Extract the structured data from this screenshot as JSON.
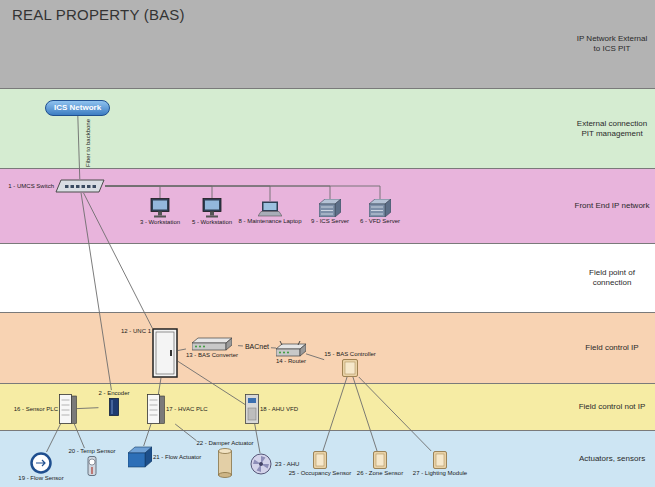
{
  "diagram": {
    "title": "REAL PROPERTY (BAS)",
    "nodes": [
      {
        "text": [
          "IP Network External to ICS PIT"
        ]
      },
      {
        "text": [
          "External connection PIT management"
        ]
      },
      {
        "text": [
          "ICS Network"
        ],
        "in": 1
      },
      {
        "text": [
          "Front End IP network"
        ]
      },
      {
        "text": [
          "1 - UMCS Switch"
        ],
        "in": 3
      },
      {
        "text": [
          "3 - Workstation"
        ],
        "in": 3
      },
      {
        "text": [
          "5 - Workstation"
        ],
        "in": 3
      },
      {
        "text": [
          "8 - Maintenance Laptop"
        ],
        "in": 3
      },
      {
        "text": [
          "9 - ICS Server"
        ],
        "in": 3
      },
      {
        "text": [
          "6 - VFD Server"
        ],
        "in": 3
      },
      {
        "text": [
          "Field point of connection"
        ]
      },
      {
        "text": [
          "Field control IP"
        ]
      },
      {
        "text": [
          "12 - UNC 1"
        ],
        "in": 11
      },
      {
        "text": [
          "13 - BAS Converter"
        ],
        "in": 11
      },
      {
        "text": [
          "14 - Router"
        ],
        "in": 11
      },
      {
        "text": [
          "15 - BAS Controller"
        ],
        "in": 11
      },
      {
        "text": [
          "Field control not IP"
        ]
      },
      {
        "text": [
          "16 - Sensor PLC"
        ],
        "in": 16
      },
      {
        "text": [
          "2 - Encoder"
        ],
        "in": 16
      },
      {
        "text": [
          "17 - HVAC PLC"
        ],
        "in": 16
      },
      {
        "text": [
          "18 - AHU VFD"
        ],
        "in": 16
      },
      {
        "text": [
          "Actuators, sensors"
        ]
      },
      {
        "text": [
          "19 - Flow Sensor"
        ],
        "in": 21
      },
      {
        "text": [
          "20 - Temp Sensor"
        ],
        "in": 21
      },
      {
        "text": [
          "21 - Flow Actuator"
        ],
        "in": 21
      },
      {
        "text": [
          "22 - Damper Actuator"
        ],
        "in": 21
      },
      {
        "text": [
          "23 - AHU"
        ],
        "in": 21
      },
      {
        "text": [
          "25 - Occupancy Sensor"
        ],
        "in": 21
      },
      {
        "text": [
          "26 - Zone Sensor"
        ],
        "in": 21
      },
      {
        "text": [
          "27 - Lighting Module"
        ],
        "in": 21
      }
    ],
    "edges": [
      {
        "from": 2,
        "to": 4,
        "arrow": "none"
      },
      {
        "from": 4,
        "to": 5,
        "arrow": "none"
      },
      {
        "from": 4,
        "to": 6,
        "arrow": "none"
      },
      {
        "from": 4,
        "to": 7,
        "arrow": "none"
      },
      {
        "from": 4,
        "to": 8,
        "arrow": "none"
      },
      {
        "from": 4,
        "to": 9,
        "arrow": "none"
      },
      {
        "from": 4,
        "to": 18,
        "arrow": "none"
      },
      {
        "from": 4,
        "to": 12,
        "arrow": "none"
      },
      {
        "from": 12,
        "to": 13,
        "arrow": "none"
      },
      {
        "from": 13,
        "to": 14,
        "label": "BACnet",
        "arrow": "none"
      },
      {
        "from": 14,
        "to": 15,
        "arrow": "none"
      },
      {
        "from": 12,
        "to": 19,
        "arrow": "none"
      },
      {
        "from": 12,
        "to": 20,
        "arrow": "none"
      },
      {
        "from": 18,
        "to": 17,
        "arrow": "none"
      },
      {
        "from": 17,
        "to": 22,
        "arrow": "none"
      },
      {
        "from": 17,
        "to": 23,
        "arrow": "none"
      },
      {
        "from": 19,
        "to": 24,
        "arrow": "none"
      },
      {
        "from": 19,
        "to": 25,
        "arrow": "none"
      },
      {
        "from": 20,
        "to": 26,
        "arrow": "none"
      },
      {
        "from": 15,
        "to": 27,
        "arrow": "none"
      },
      {
        "from": 15,
        "to": 28,
        "arrow": "none"
      },
      {
        "from": 15,
        "to": 29,
        "arrow": "none"
      }
    ],
    "labels": [
      "Fiber to backbone"
    ]
  }
}
